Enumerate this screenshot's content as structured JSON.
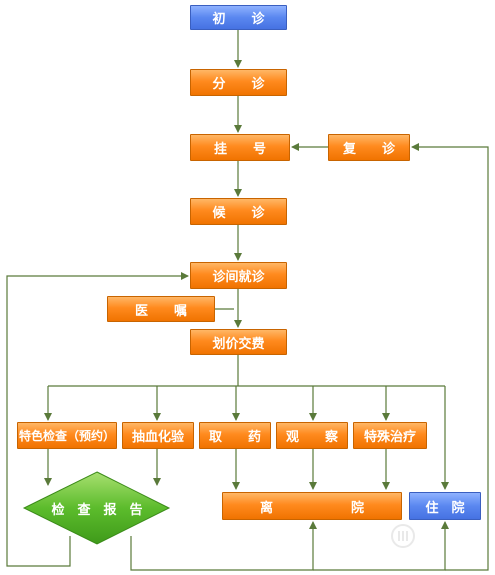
{
  "nodes": {
    "chuzhen": "初　　诊",
    "fenzhen": "分　　诊",
    "guahao": "挂　　号",
    "fuzhen": "复　　诊",
    "houzhen": "候　　诊",
    "zhenjian": "诊间就诊",
    "yizhu": "医　　嘱",
    "huajia": "划价交费",
    "teshe": "特色检查（预约）",
    "chouxue": "抽血化验",
    "quyao": "取　　药",
    "guancha": "观　　察",
    "teshu": "特殊治疗",
    "baogao": "检　查　报　告",
    "liyuan": "离　　　　　　院",
    "zhuyuan": "住　院"
  },
  "colors": {
    "orange": "#ff8a1e",
    "blue": "#5a87f0",
    "green": "#54b828",
    "line": "#5a7a3a"
  }
}
